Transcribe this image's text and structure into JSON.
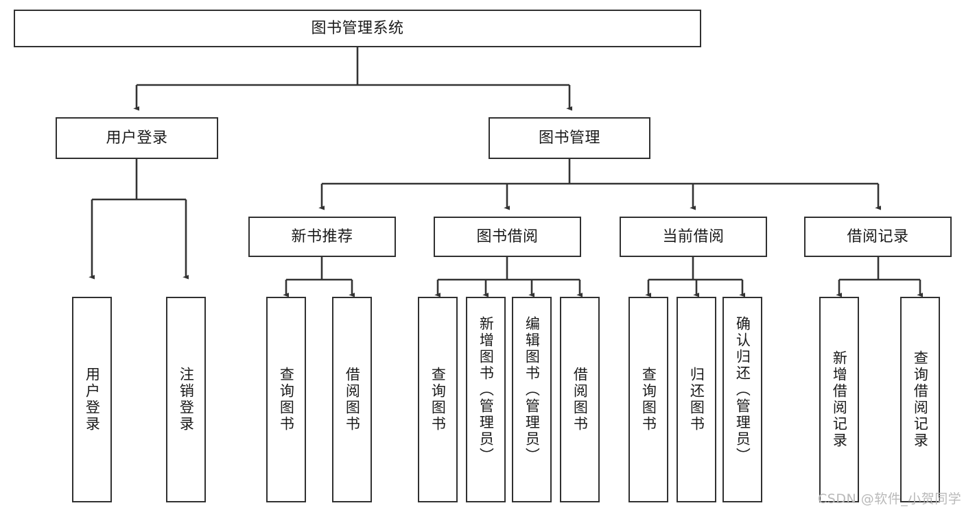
{
  "diagram": {
    "title": "图书管理系统",
    "type": "tree-hierarchy",
    "orientation": "top-down",
    "style": {
      "box_fill": "#ffffff",
      "box_stroke": "#303030",
      "connector_stroke": "#333333",
      "text_color": "#1a1a1a",
      "background": "#ffffff",
      "watermark_color": "#b9b9b9"
    },
    "watermark": "CSDN @软件_小贺同学"
  },
  "nodes": {
    "root": {
      "label": "图书管理系统"
    },
    "level2": [
      {
        "id": "user-login",
        "label": "用户登录"
      },
      {
        "id": "book-manage",
        "label": "图书管理"
      }
    ],
    "level3": [
      {
        "id": "new-book-recommend",
        "label": "新书推荐"
      },
      {
        "id": "book-borrow",
        "label": "图书借阅"
      },
      {
        "id": "current-borrow",
        "label": "当前借阅"
      },
      {
        "id": "borrow-record",
        "label": "借阅记录"
      }
    ],
    "leaves": [
      {
        "id": "leaf-user-login",
        "label": "用户登录",
        "parent": "user-login"
      },
      {
        "id": "leaf-user-logout",
        "label": "注销登录",
        "parent": "user-login"
      },
      {
        "id": "leaf-query-book-1",
        "label": "查询图书",
        "parent": "new-book-recommend"
      },
      {
        "id": "leaf-borrow-book-1",
        "label": "借阅图书",
        "parent": "new-book-recommend"
      },
      {
        "id": "leaf-query-book-2",
        "label": "查询图书",
        "parent": "book-borrow"
      },
      {
        "id": "leaf-add-book",
        "label": "新增图书（管理员）",
        "parent": "book-borrow"
      },
      {
        "id": "leaf-edit-book",
        "label": "编辑图书（管理员）",
        "parent": "book-borrow"
      },
      {
        "id": "leaf-borrow-book-2",
        "label": "借阅图书",
        "parent": "book-borrow"
      },
      {
        "id": "leaf-query-book-3",
        "label": "查询图书",
        "parent": "current-borrow"
      },
      {
        "id": "leaf-return-book",
        "label": "归还图书",
        "parent": "current-borrow"
      },
      {
        "id": "leaf-confirm-return",
        "label": "确认归还（管理员）",
        "parent": "current-borrow"
      },
      {
        "id": "leaf-add-record",
        "label": "新增借阅记录",
        "parent": "borrow-record"
      },
      {
        "id": "leaf-query-record",
        "label": "查询借阅记录",
        "parent": "borrow-record"
      }
    ]
  }
}
